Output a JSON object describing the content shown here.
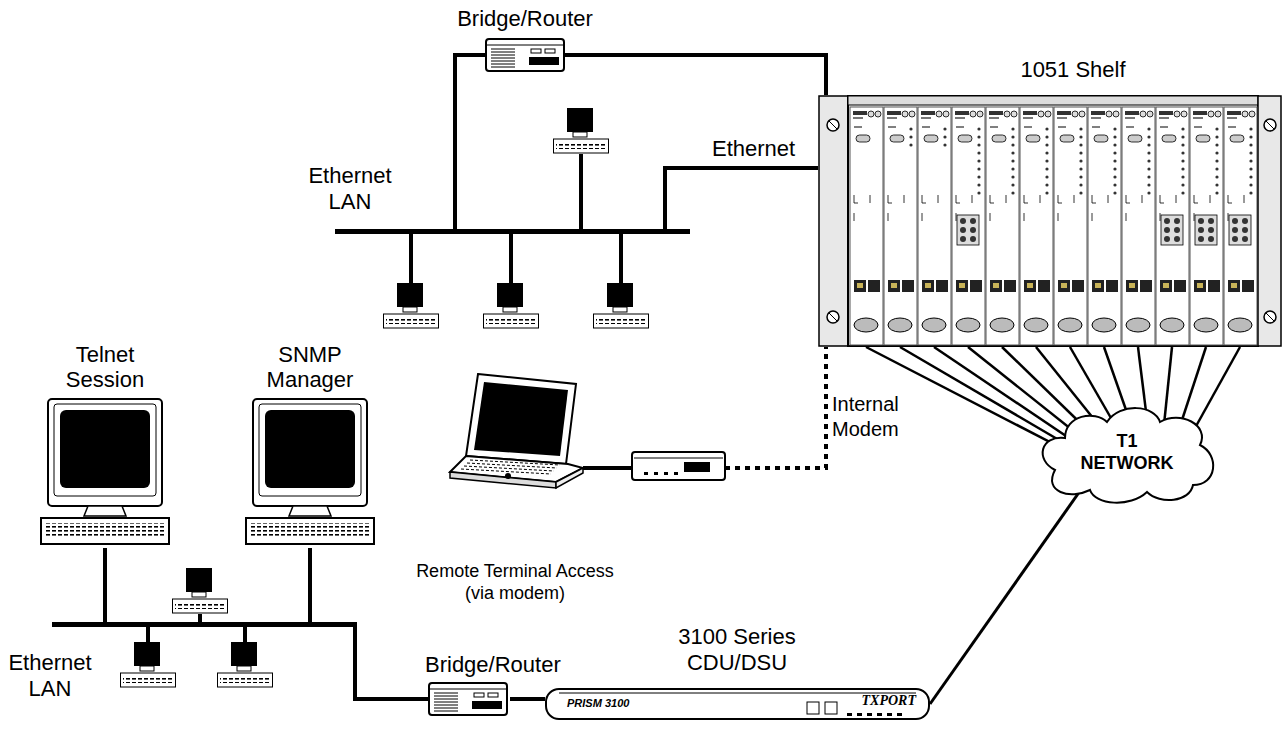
{
  "diagram": {
    "nodes": [
      {
        "text": [
          "Bridge/Router"
        ]
      },
      {
        "text": [
          "Ethernet LAN"
        ]
      },
      {
        "text": [
          "1051 Shelf"
        ]
      },
      {
        "text": [
          "T1 NETWORK"
        ]
      },
      {
        "text": [
          "Telnet Session"
        ]
      },
      {
        "text": [
          "SNMP Manager"
        ]
      },
      {
        "text": [
          "Remote Terminal Access (via modem)"
        ]
      },
      {
        "text": [
          "Ethernet LAN"
        ]
      },
      {
        "text": [
          "Bridge/Router"
        ]
      },
      {
        "text": [
          "3100 Series CDU/DSU",
          "PRISM 3100",
          "TXPORT"
        ]
      }
    ],
    "edges": [
      {
        "from": 0,
        "to": 1,
        "arrow": "none"
      },
      {
        "from": 0,
        "to": 2,
        "arrow": "none"
      },
      {
        "from": 1,
        "to": 2,
        "label": "Ethernet",
        "arrow": "none"
      },
      {
        "from": 6,
        "to": 2,
        "label": "Internal Modem",
        "arrow": "none"
      },
      {
        "from": 2,
        "to": 3,
        "arrow": "none"
      },
      {
        "from": 4,
        "to": 7,
        "arrow": "none"
      },
      {
        "from": 5,
        "to": 7,
        "arrow": "none"
      },
      {
        "from": 7,
        "to": 8,
        "arrow": "none"
      },
      {
        "from": 8,
        "to": 9,
        "arrow": "none"
      },
      {
        "from": 9,
        "to": 3,
        "arrow": "none"
      }
    ]
  }
}
